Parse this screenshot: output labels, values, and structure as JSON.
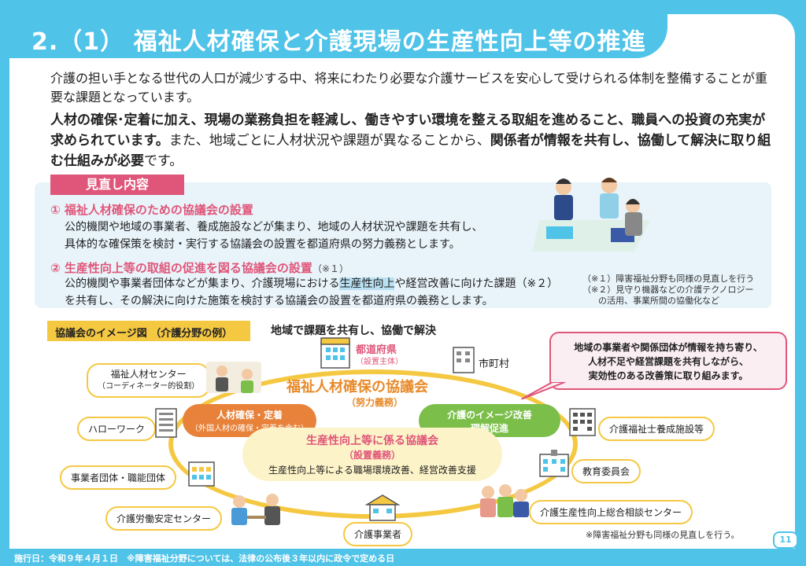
{
  "title": "2.（1） 福祉人材確保と介護現場の生産性向上等の推進",
  "intro": "介護の担い手となる世代の人口が減少する中、将来にわたり必要な介護サービスを安心して受けられる体制を整備することが重要な課題となっています。",
  "intro2_bold1": "人材の確保･定着に加え、現場の業務負担を軽減し、働きやすい環境を整える取組を進めること、職員への投資の充実が求められています。",
  "intro2_normal": "また、地域ごとに人材状況や課題が異なることから、",
  "intro2_bold2": "関係者が情報を共有し、協働して解決に取り組む仕組みが必要",
  "intro2_end": "です。",
  "review": {
    "tag": "見直し内容",
    "item1_title": "① 福祉人材確保のための協議会の設置",
    "item1_line1": "公的機関や地域の事業者、養成施設などが集まり、地域の人材状況や課題を共有し、",
    "item1_line2": "具体的な確保策を検討・実行する協議会の設置を都道府県の努力義務とします。",
    "item2_title": "② 生産性向上等の取組の促進を図る協議会の設置",
    "item2_note": "（※１）",
    "item2_line1a": "公的機関や事業者団体などが集まり、介護現場における",
    "item2_line1hl": "生産性向上",
    "item2_line1b": "や経営改善に向けた課題（※２）",
    "item2_line2": "を共有し、その解決に向けた施策を検討する協議会の設置を都道府県の義務とします。",
    "note1": "（※１）障害福祉分野も同様の見直しを行う",
    "note2a": "（※２）見守り機器などの介護テクノロジー",
    "note2b": "の活用、事業所間の協働化など"
  },
  "image": {
    "tag": "協議会のイメージ図 （介護分野の例）",
    "subtitle": "地域で課題を共有し、協働で解決",
    "pref": "都道府県",
    "pref_sub": "（設置主体）",
    "city": "市町村",
    "bubble_line1": "地域の事業者や関係団体が情報を持ち寄り、",
    "bubble_line2": "人材不足や経営課題を共有しながら、",
    "bubble_line3": "実効性のある改善策に取り組みます。",
    "council_title": "福祉人材確保の協議会",
    "council_sub": "（努力義務）",
    "pill1": "人材確保・定着",
    "pill1_sub": "（外国人材の確保・定着を含む）",
    "pill2a": "介護のイメージ改善",
    "pill2b": "理解促進",
    "center_title": "生産性向上等に係る協議会",
    "center_sub": "（設置義務）",
    "center_body": "生産性向上等による職場環境改善、経営改善支援",
    "orgs": {
      "center": "福祉人材センター",
      "center_sub": "（コーディネーター的役割）",
      "hellowork": "ハローワーク",
      "business_assoc": "事業者団体・職能団体",
      "labor": "介護労働安定センター",
      "provider": "介護事業者",
      "consult": "介護生産性向上総合相談センター",
      "board": "教育委員会",
      "school": "介護福祉士養成施設等"
    },
    "footnote": "※障害福祉分野も同様の見直しを行う。"
  },
  "footer": "施行日：令和９年４月１日　※障害福祉分野については、法律の公布後３年以内に政令で定める日",
  "page_number": "11",
  "colors": {
    "accent": "#4fc3e8",
    "pink": "#e0567a",
    "yellow": "#f5c842",
    "orange": "#e8823a",
    "green": "#7bbf4a"
  }
}
